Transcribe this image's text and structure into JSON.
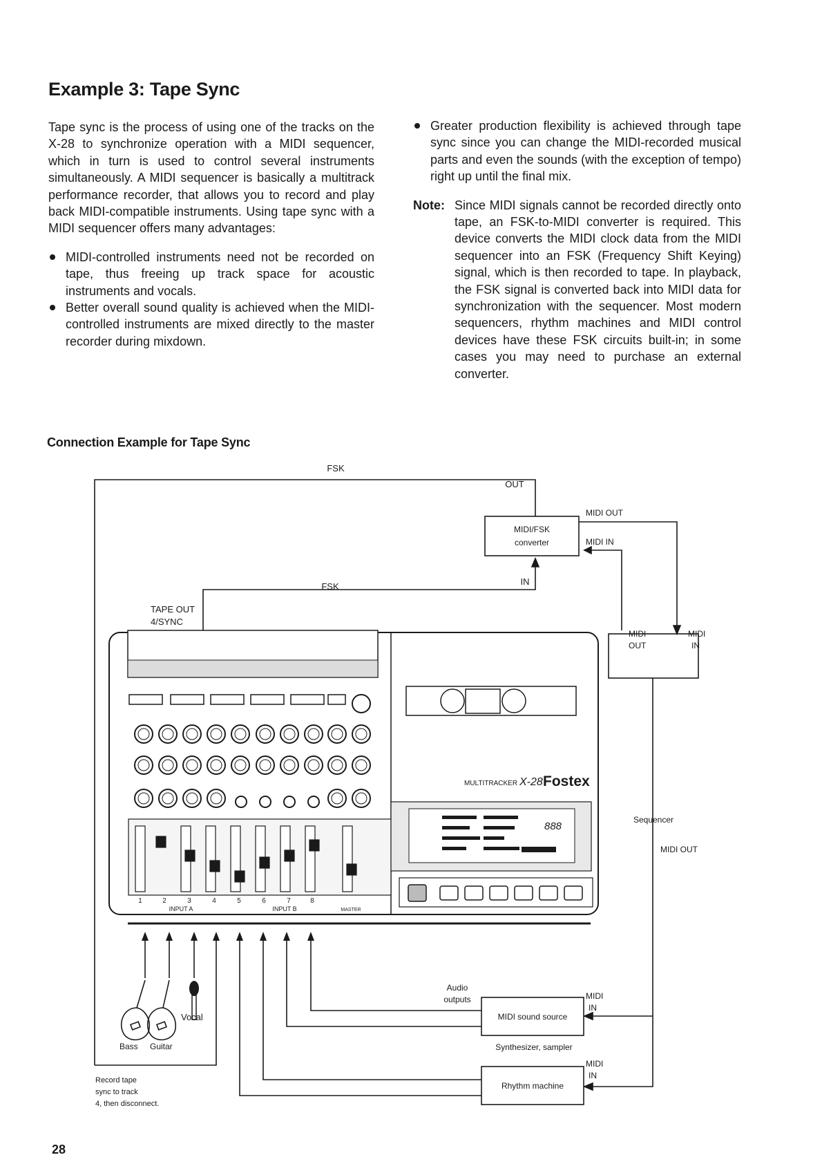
{
  "title": "Example 3: Tape Sync",
  "left_column": {
    "intro": "Tape sync is the process of using one of the tracks on the X-28 to synchronize operation with a MIDI sequencer, which in turn is used to control several instruments simultaneously. A MIDI sequencer is basically a multitrack performance recorder, that allows you to record and play back MIDI-compatible instruments. Using tape sync with a MIDI sequencer offers many advantages:",
    "bullets": [
      "MIDI-controlled instruments need not be recorded on tape, thus freeing up track space for acoustic instruments and vocals.",
      "Better overall sound quality is achieved when the MIDI-controlled instruments are mixed directly to the master recorder during mixdown."
    ]
  },
  "right_column": {
    "bullet": "Greater production flexibility is achieved through tape sync since you can change the MIDI-recorded musical parts and even the sounds (with the exception of tempo) right up until the final mix.",
    "note_label": "Note:",
    "note_text": "Since MIDI signals cannot be recorded directly onto tape, an FSK-to-MIDI converter is required. This device converts the MIDI clock data from the MIDI sequencer into an FSK (Frequency Shift Keying) signal, which is then recorded to tape. In playback, the FSK signal is converted back into MIDI data for synchronization with the sequencer. Most modern sequencers, rhythm machines and MIDI control devices have these FSK circuits built-in; in some cases you may need to purchase an external converter."
  },
  "diagram": {
    "title": "Connection Example for Tape Sync",
    "labels": {
      "fsk_top": "FSK",
      "fsk_mid": "FSK",
      "out": "OUT",
      "in": "IN",
      "converter_line1": "MIDI/FSK",
      "converter_line2": "converter",
      "conv_midi_out": "MIDI OUT",
      "conv_midi_in": "MIDI IN",
      "tape_out_line1": "TAPE OUT",
      "tape_out_line2": "4/SYNC",
      "seq_midi_out_line1": "MIDI",
      "seq_midi_out_line2": "OUT",
      "seq_midi_in_line1": "MIDI",
      "seq_midi_in_line2": "IN",
      "sequencer": "Sequencer",
      "seq_bottom_midi_out": "MIDI OUT",
      "brand_small": "MULTITRACKER",
      "brand_model": "X-28",
      "brand_logo": "Fostex",
      "counter": "888",
      "audio_line1": "Audio",
      "audio_line2": "outputs",
      "sound_source": "MIDI sound source",
      "sound_source_caption": "Synthesizer, sampler",
      "ss_midi_in_line1": "MIDI",
      "ss_midi_in_line2": "IN",
      "rhythm_machine": "Rhythm machine",
      "rm_midi_in_line1": "MIDI",
      "rm_midi_in_line2": "IN",
      "vocal": "Vocal",
      "bass": "Bass",
      "guitar": "Guitar",
      "record_note_line1": "Record tape",
      "record_note_line2": "sync to track",
      "record_note_line3": "4, then disconnect.",
      "input_a": "INPUT A",
      "input_b": "INPUT B",
      "master": "MASTER",
      "channel_numbers": [
        "1",
        "2",
        "3",
        "4",
        "5",
        "6",
        "7",
        "8"
      ]
    }
  },
  "page_number": "28"
}
